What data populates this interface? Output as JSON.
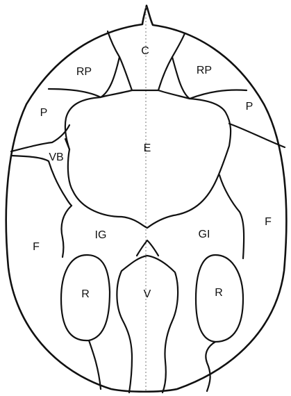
{
  "labels": {
    "C": "C",
    "RP_left": "RP",
    "RP_right": "RP",
    "P_left": "P",
    "P_right": "P",
    "E": "E",
    "VB": "VB",
    "F_left": "F",
    "F_right": "F",
    "IG": "IG",
    "GI": "GI",
    "R_left": "R",
    "R_right": "R",
    "V": "V"
  }
}
